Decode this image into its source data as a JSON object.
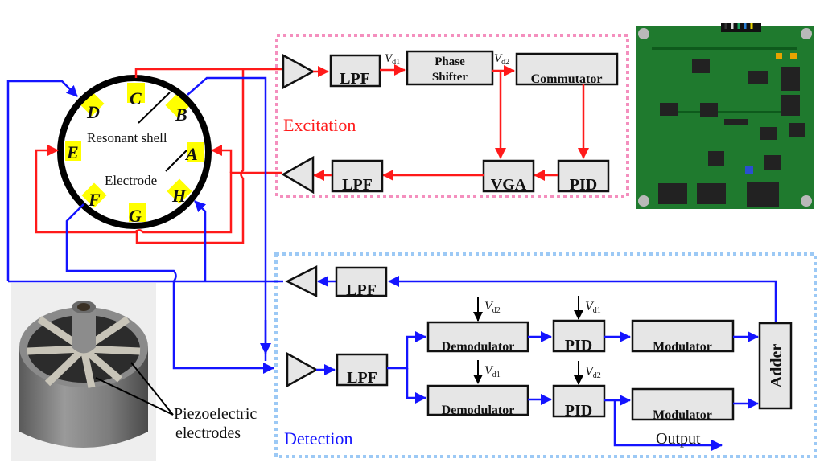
{
  "colors": {
    "excitation": "#ff1a1a",
    "detection": "#1414ff",
    "excitation_frame": "#f48fbe",
    "detection_frame": "#9cc9f5",
    "electrode_pad": "#ffff00",
    "block_fill": "#e6e6e6"
  },
  "resonator": {
    "shell_label": "Resonant shell",
    "electrode_label": "Electrode",
    "electrodes": [
      "A",
      "B",
      "C",
      "D",
      "E",
      "F",
      "G",
      "H"
    ]
  },
  "photo_shell": {
    "caption_line1": "Piezoelectric",
    "caption_line2": "electrodes"
  },
  "excitation": {
    "title": "Excitation",
    "blocks": {
      "lpf_in": "LPF",
      "phase_shifter_line1": "Phase",
      "phase_shifter_line2": "Shifter",
      "commutator": "Commutator",
      "pid": "PID",
      "vga": "VGA",
      "lpf_out": "LPF"
    },
    "signals": {
      "vd1_main": "V",
      "vd1_sub": "d1",
      "vd2_main": "V",
      "vd2_sub": "d2"
    }
  },
  "detection": {
    "title": "Detection",
    "blocks": {
      "lpf_feedback": "LPF",
      "lpf_in": "LPF",
      "demod_top": "Demodulator",
      "demod_bottom": "Demodulator",
      "pid_top": "PID",
      "pid_bottom": "PID",
      "mod_top": "Modulator",
      "mod_bottom": "Modulator",
      "adder": "Adder"
    },
    "refs": {
      "demod_top_sub": "d2",
      "pid_top_sub": "d1",
      "demod_bottom_sub": "d1",
      "pid_bottom_sub": "d2",
      "v": "V"
    },
    "output_label": "Output"
  }
}
